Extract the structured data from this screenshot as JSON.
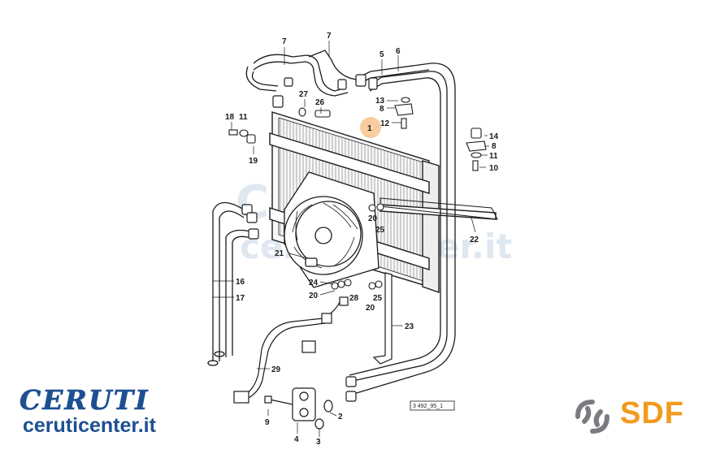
{
  "diagram": {
    "callouts": [
      {
        "id": "c7a",
        "text": "7"
      },
      {
        "id": "c7b",
        "text": "7"
      },
      {
        "id": "c5",
        "text": "5"
      },
      {
        "id": "c6",
        "text": "6"
      },
      {
        "id": "c27",
        "text": "27"
      },
      {
        "id": "c26",
        "text": "26"
      },
      {
        "id": "c13",
        "text": "13"
      },
      {
        "id": "c8a",
        "text": "8"
      },
      {
        "id": "c12",
        "text": "12"
      },
      {
        "id": "c1",
        "text": "1"
      },
      {
        "id": "c18",
        "text": "18"
      },
      {
        "id": "c11a",
        "text": "11"
      },
      {
        "id": "c19",
        "text": "19"
      },
      {
        "id": "c14",
        "text": "14"
      },
      {
        "id": "c8b",
        "text": "8"
      },
      {
        "id": "c11b",
        "text": "11"
      },
      {
        "id": "c10",
        "text": "10"
      },
      {
        "id": "c20a",
        "text": "20"
      },
      {
        "id": "c25a",
        "text": "25"
      },
      {
        "id": "c22",
        "text": "22"
      },
      {
        "id": "c21",
        "text": "21"
      },
      {
        "id": "c16",
        "text": "16"
      },
      {
        "id": "c17",
        "text": "17"
      },
      {
        "id": "c24",
        "text": "24"
      },
      {
        "id": "c28",
        "text": "28"
      },
      {
        "id": "c20b",
        "text": "20"
      },
      {
        "id": "c25b",
        "text": "25"
      },
      {
        "id": "c20c",
        "text": "20"
      },
      {
        "id": "c23",
        "text": "23"
      },
      {
        "id": "c29",
        "text": "29"
      },
      {
        "id": "c9",
        "text": "9"
      },
      {
        "id": "c2",
        "text": "2"
      },
      {
        "id": "c4",
        "text": "4"
      },
      {
        "id": "c3",
        "text": "3"
      }
    ],
    "drawing_ref": "3  492_95_1"
  },
  "watermark": {
    "word": "CERUTI",
    "url": "ceruticenter.it"
  },
  "branding": {
    "ceruti_logo_text": "CERUTI",
    "ceruti_url": "ceruticenter.it",
    "sdf_text": "SDF"
  },
  "colors": {
    "ceruti_blue": "#1d4f91",
    "sdf_orange": "#f39a1e",
    "sdf_grey": "#7a7c80",
    "highlight": "#f6c48f",
    "line": "#1a1a1a"
  }
}
